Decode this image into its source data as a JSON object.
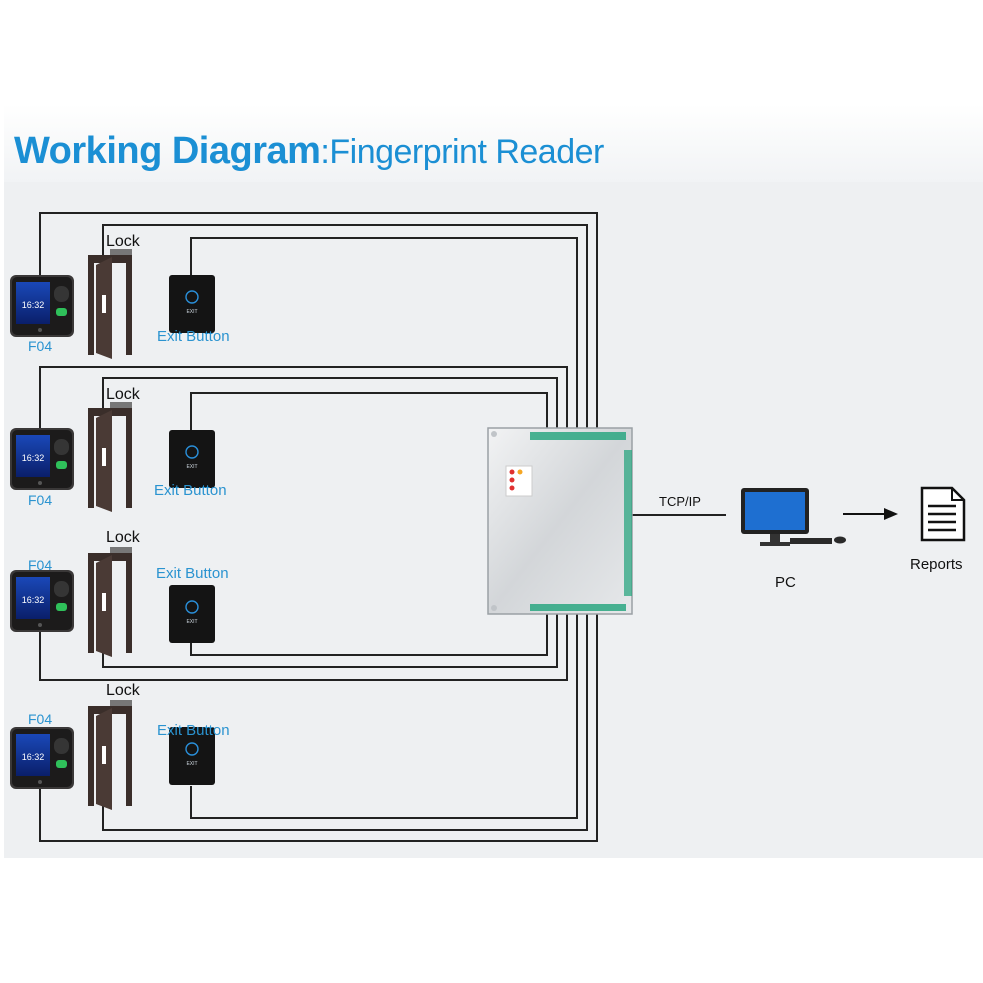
{
  "title": {
    "main": "Working Diagram",
    "sep": ":",
    "sub": "Fingerprint Reader"
  },
  "units": [
    {
      "device_label": "F04",
      "lock_label": "Lock",
      "exit_label": "Exit Button",
      "screen_time": "16:32",
      "exit_icon_text": "EXIT"
    },
    {
      "device_label": "F04",
      "lock_label": "Lock",
      "exit_label": "Exit Button",
      "screen_time": "16:32",
      "exit_icon_text": "EXIT"
    },
    {
      "device_label": "F04",
      "lock_label": "Lock",
      "exit_label": "Exit Button",
      "screen_time": "16:32",
      "exit_icon_text": "EXIT"
    },
    {
      "device_label": "F04",
      "lock_label": "Lock",
      "exit_label": "Exit Button",
      "screen_time": "16:32",
      "exit_icon_text": "EXIT"
    }
  ],
  "connection_label": "TCP/IP",
  "pc_label": "PC",
  "reports_label": "Reports",
  "colors": {
    "accent": "#1b8fd4",
    "wire": "#222222",
    "panel": "#eef0f2"
  }
}
